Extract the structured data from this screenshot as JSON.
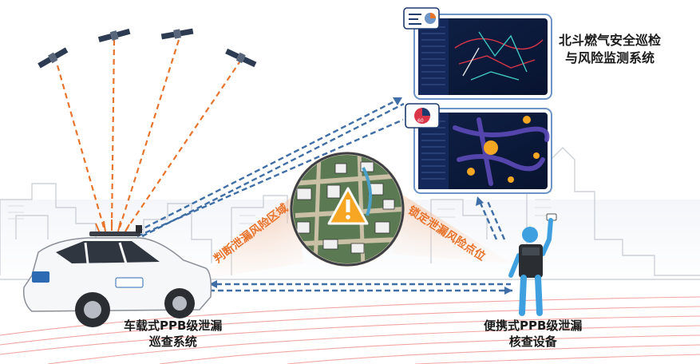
{
  "labels": {
    "system_title": [
      "北斗燃气安全巡检",
      "与风险监测系统"
    ],
    "vehicle_system": [
      "车载式PPB级泄漏",
      "巡查系统"
    ],
    "portable_device": [
      "便携式PPB级泄漏",
      "核查设备"
    ],
    "judge_zone": "判断泄漏风险区域",
    "lock_point": "锁定泄漏风险点位"
  },
  "dashboard_badge": "60",
  "colors": {
    "signal_orange": "#e8742c",
    "link_blue": "#3f6fa6",
    "skyline_gray": "#c7ccd3",
    "panel_dark": "#0d1a3a",
    "stripe_red": "#f0908a"
  },
  "icons": [
    "satellite-icon",
    "warning-icon",
    "dashboard-icon",
    "pie-chart-icon",
    "person-icon",
    "car-icon"
  ]
}
